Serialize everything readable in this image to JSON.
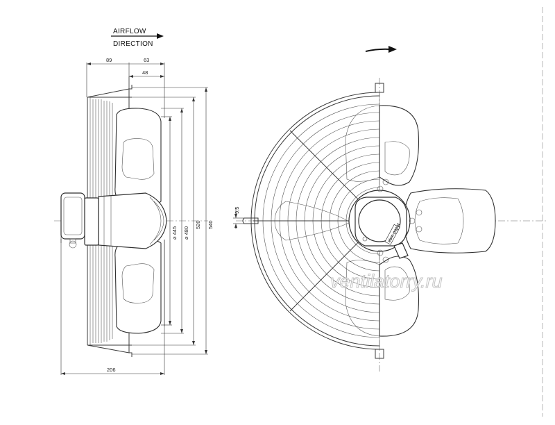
{
  "airflow": {
    "line1": "AIRFLOW",
    "line2": "DIRECTION"
  },
  "dimensions": {
    "d89": "89",
    "d63": "63",
    "d48": "48",
    "d206": "206",
    "d445": "⌀ 445",
    "d480": "⌀ 480",
    "d520": "520",
    "d540": "540",
    "d9_5": "9,5"
  },
  "motor_logo": "ebm-papst",
  "watermark": "ventilatorry.ru",
  "icons": {
    "airflow_arrow": "right-arrow-icon",
    "rotation_arrow": "rotation-arrow-icon"
  },
  "colors": {
    "line": "#3a3a3a",
    "background": "#ffffff",
    "watermark_outline": "#b9b9b9"
  }
}
